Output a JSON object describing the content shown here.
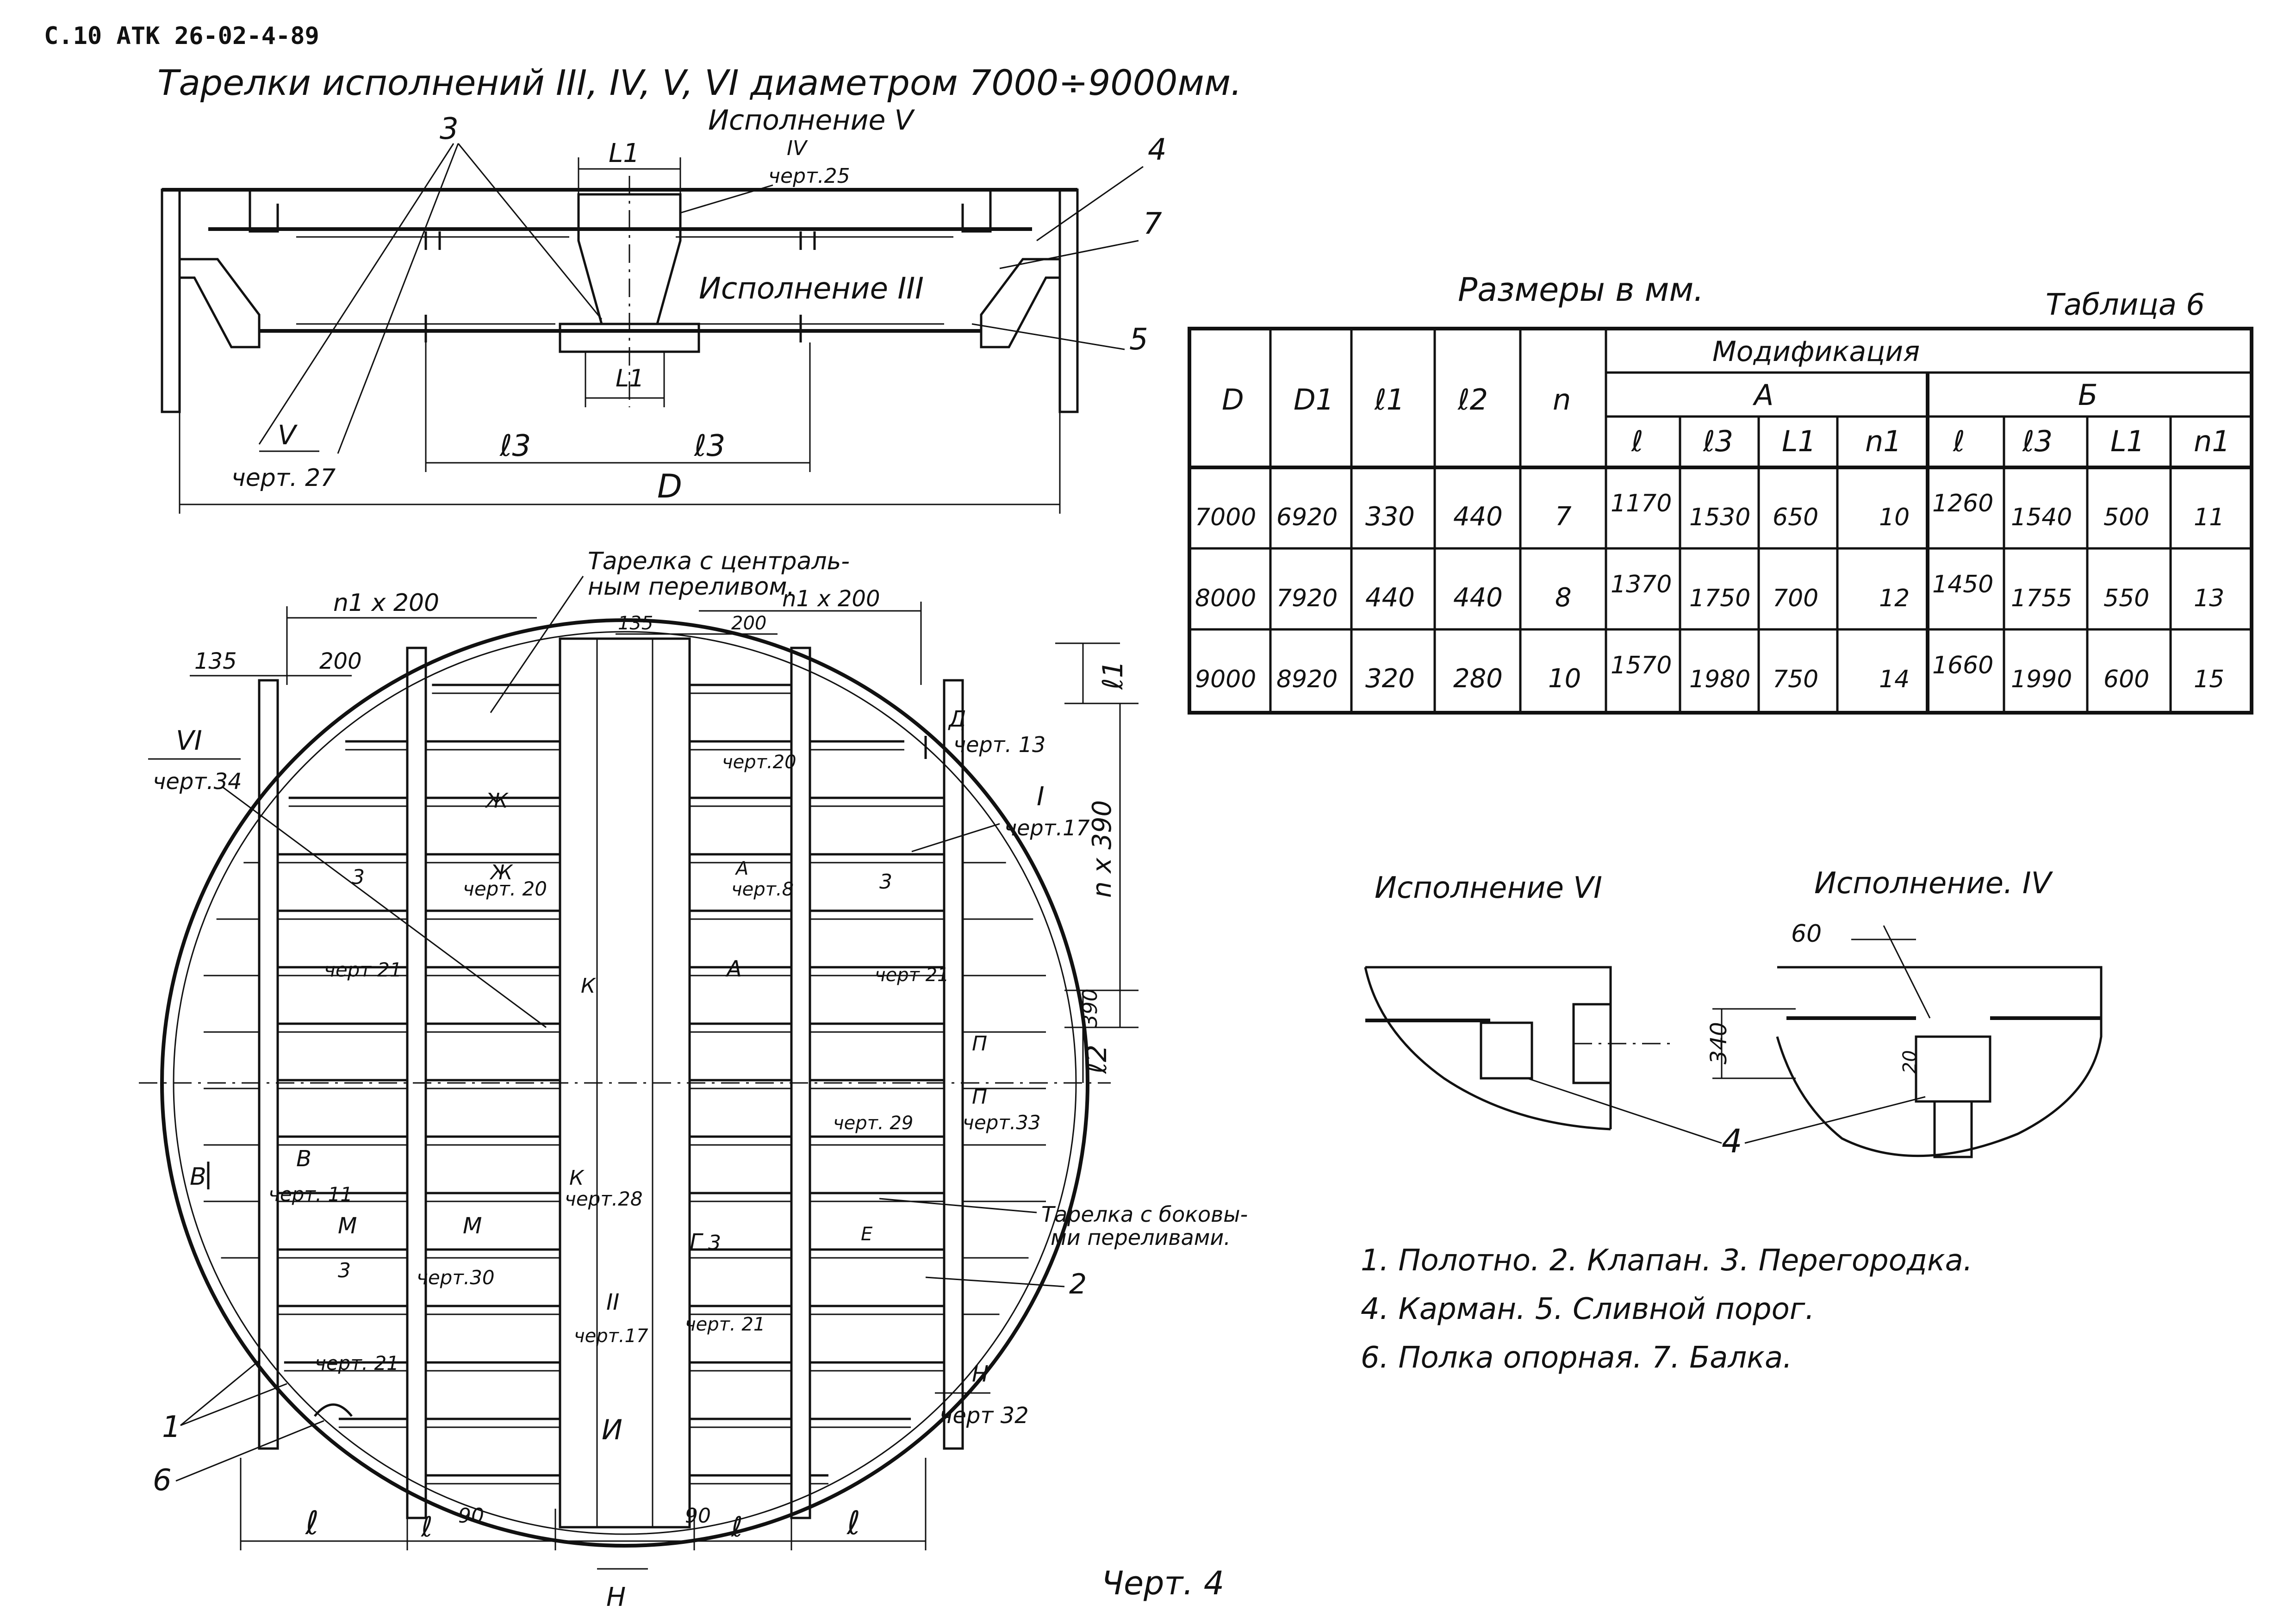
{
  "header": {
    "code": "С.10 АТК 26-02-4-89",
    "title": "Тарелки исполнений III, IV, V, VI диаметром 7000÷9000мм."
  },
  "section_view": {
    "label_variant_v": "Исполнение V",
    "label_variant_iii": "Исполнение III",
    "ref_iv": "IV",
    "ref_iv_sheet": "черт.25",
    "ref_v": "V",
    "ref_v_sheet": "черт. 27",
    "dim_L1_top": "L1",
    "dim_L1_bottom": "L1",
    "dim_l3_left": "ℓ3",
    "dim_l3_right": "ℓ3",
    "dim_D": "D",
    "pos_3": "3",
    "pos_4": "4",
    "pos_5": "5",
    "pos_7": "7"
  },
  "table": {
    "units": "Размеры в мм.",
    "caption": "Таблица 6",
    "modification_header": "Модификация",
    "group_a": "А",
    "group_b": "Б",
    "col_D": "D",
    "col_D1": "D1",
    "col_l1": "ℓ1",
    "col_l2": "ℓ2",
    "col_n": "n",
    "sub_l": "ℓ",
    "sub_l3": "ℓ3",
    "sub_L1": "L1",
    "sub_n1": "n1",
    "rows": [
      {
        "D": "7000",
        "D1": "6920",
        "l1": "330",
        "l2": "440",
        "n": "7",
        "a_l": "1170",
        "a_l3": "1530",
        "a_L1": "650",
        "a_n1": "10",
        "b_l": "1260",
        "b_l3": "1540",
        "b_L1": "500",
        "b_n1": "11"
      },
      {
        "D": "8000",
        "D1": "7920",
        "l1": "440",
        "l2": "440",
        "n": "8",
        "a_l": "1370",
        "a_l3": "1750",
        "a_L1": "700",
        "a_n1": "12",
        "b_l": "1450",
        "b_l3": "1755",
        "b_L1": "550",
        "b_n1": "13"
      },
      {
        "D": "9000",
        "D1": "8920",
        "l1": "320",
        "l2": "280",
        "n": "10",
        "a_l": "1570",
        "a_l3": "1980",
        "a_L1": "750",
        "a_n1": "14",
        "b_l": "1660",
        "b_l3": "1990",
        "b_L1": "600",
        "b_n1": "15"
      }
    ]
  },
  "plan_view": {
    "central_tray_note_1": "Тарелка с централь-",
    "central_tray_note_2": "ным переливом.",
    "side_tray_note_1": "Тарелка с боковы-",
    "side_tray_note_2": "ми переливами.",
    "dim_n1x200_left": "n1 x 200",
    "dim_n1x200_right": "n1 x 200",
    "dim_135_left": "135",
    "dim_200_left": "200",
    "dim_135_right": "135",
    "dim_200_right": "200",
    "dim_l1": "ℓ1",
    "dim_nx390": "n x 390",
    "dim_390": "390",
    "dim_l2": "ℓ2",
    "dim_l_1": "ℓ",
    "dim_l_2": "ℓ",
    "dim_l_3": "ℓ",
    "dim_l_4": "ℓ",
    "dim_90_left": "90",
    "dim_90_right": "90",
    "ref_vi": "VI",
    "ref_vi_sheet": "черт.34",
    "ref_D_sheet": "черт. 13",
    "ref_D": "Д",
    "ref_I": "I",
    "ref_I_sheet": "черт.17",
    "ref_P": "П",
    "ref_P_sheet": "черт.33",
    "ref_P2": "П",
    "ref_N": "Н",
    "ref_N_sheet": "черт 32",
    "ref_N_bottom": "Н",
    "ref_V": "В",
    "ref_V_sheet": "черт. 11",
    "ref_V2": "В",
    "ref_M1": "М",
    "ref_M2": "М",
    "ref_ch21a": "черт 21",
    "ref_ch21b": "черт. 21",
    "ref_ch21c": "черт. 21",
    "ref_ch20a": "черт. 20",
    "ref_ch20b": "черт.20",
    "ref_ch8": "черт.8",
    "ref_ch28": "черт.28",
    "ref_ch29": "черт. 29",
    "ref_ch30": "черт.30",
    "ref_ch17": "черт.17",
    "ref_ch21d": "черт 21",
    "ref_II": "II",
    "ref_K1": "К",
    "ref_K2": "К",
    "ref_A1": "А",
    "ref_A2": "А",
    "ref_Zh1": "Ж",
    "ref_Zh2": "Ж",
    "ref_I_bottom": "И",
    "ref_G": "Г",
    "ref_E": "Е",
    "ref_3a": "3",
    "ref_3b": "3",
    "ref_3c": "3",
    "ref_3d": "3",
    "pos_1": "1",
    "pos_2": "2",
    "pos_6": "6"
  },
  "details": {
    "variant_vi": "Исполнение VI",
    "variant_iv": "Исполнение. IV",
    "dim_60": "60",
    "dim_340": "340",
    "dim_20": "20",
    "pos_4": "4"
  },
  "legend": {
    "line1": "1. Полотно. 2. Клапан. 3. Перегородка.",
    "line2": "4. Карман. 5. Сливной порог.",
    "line3": "6. Полка опорная. 7. Балка."
  },
  "footer": {
    "drawing_no": "Черт. 4"
  }
}
